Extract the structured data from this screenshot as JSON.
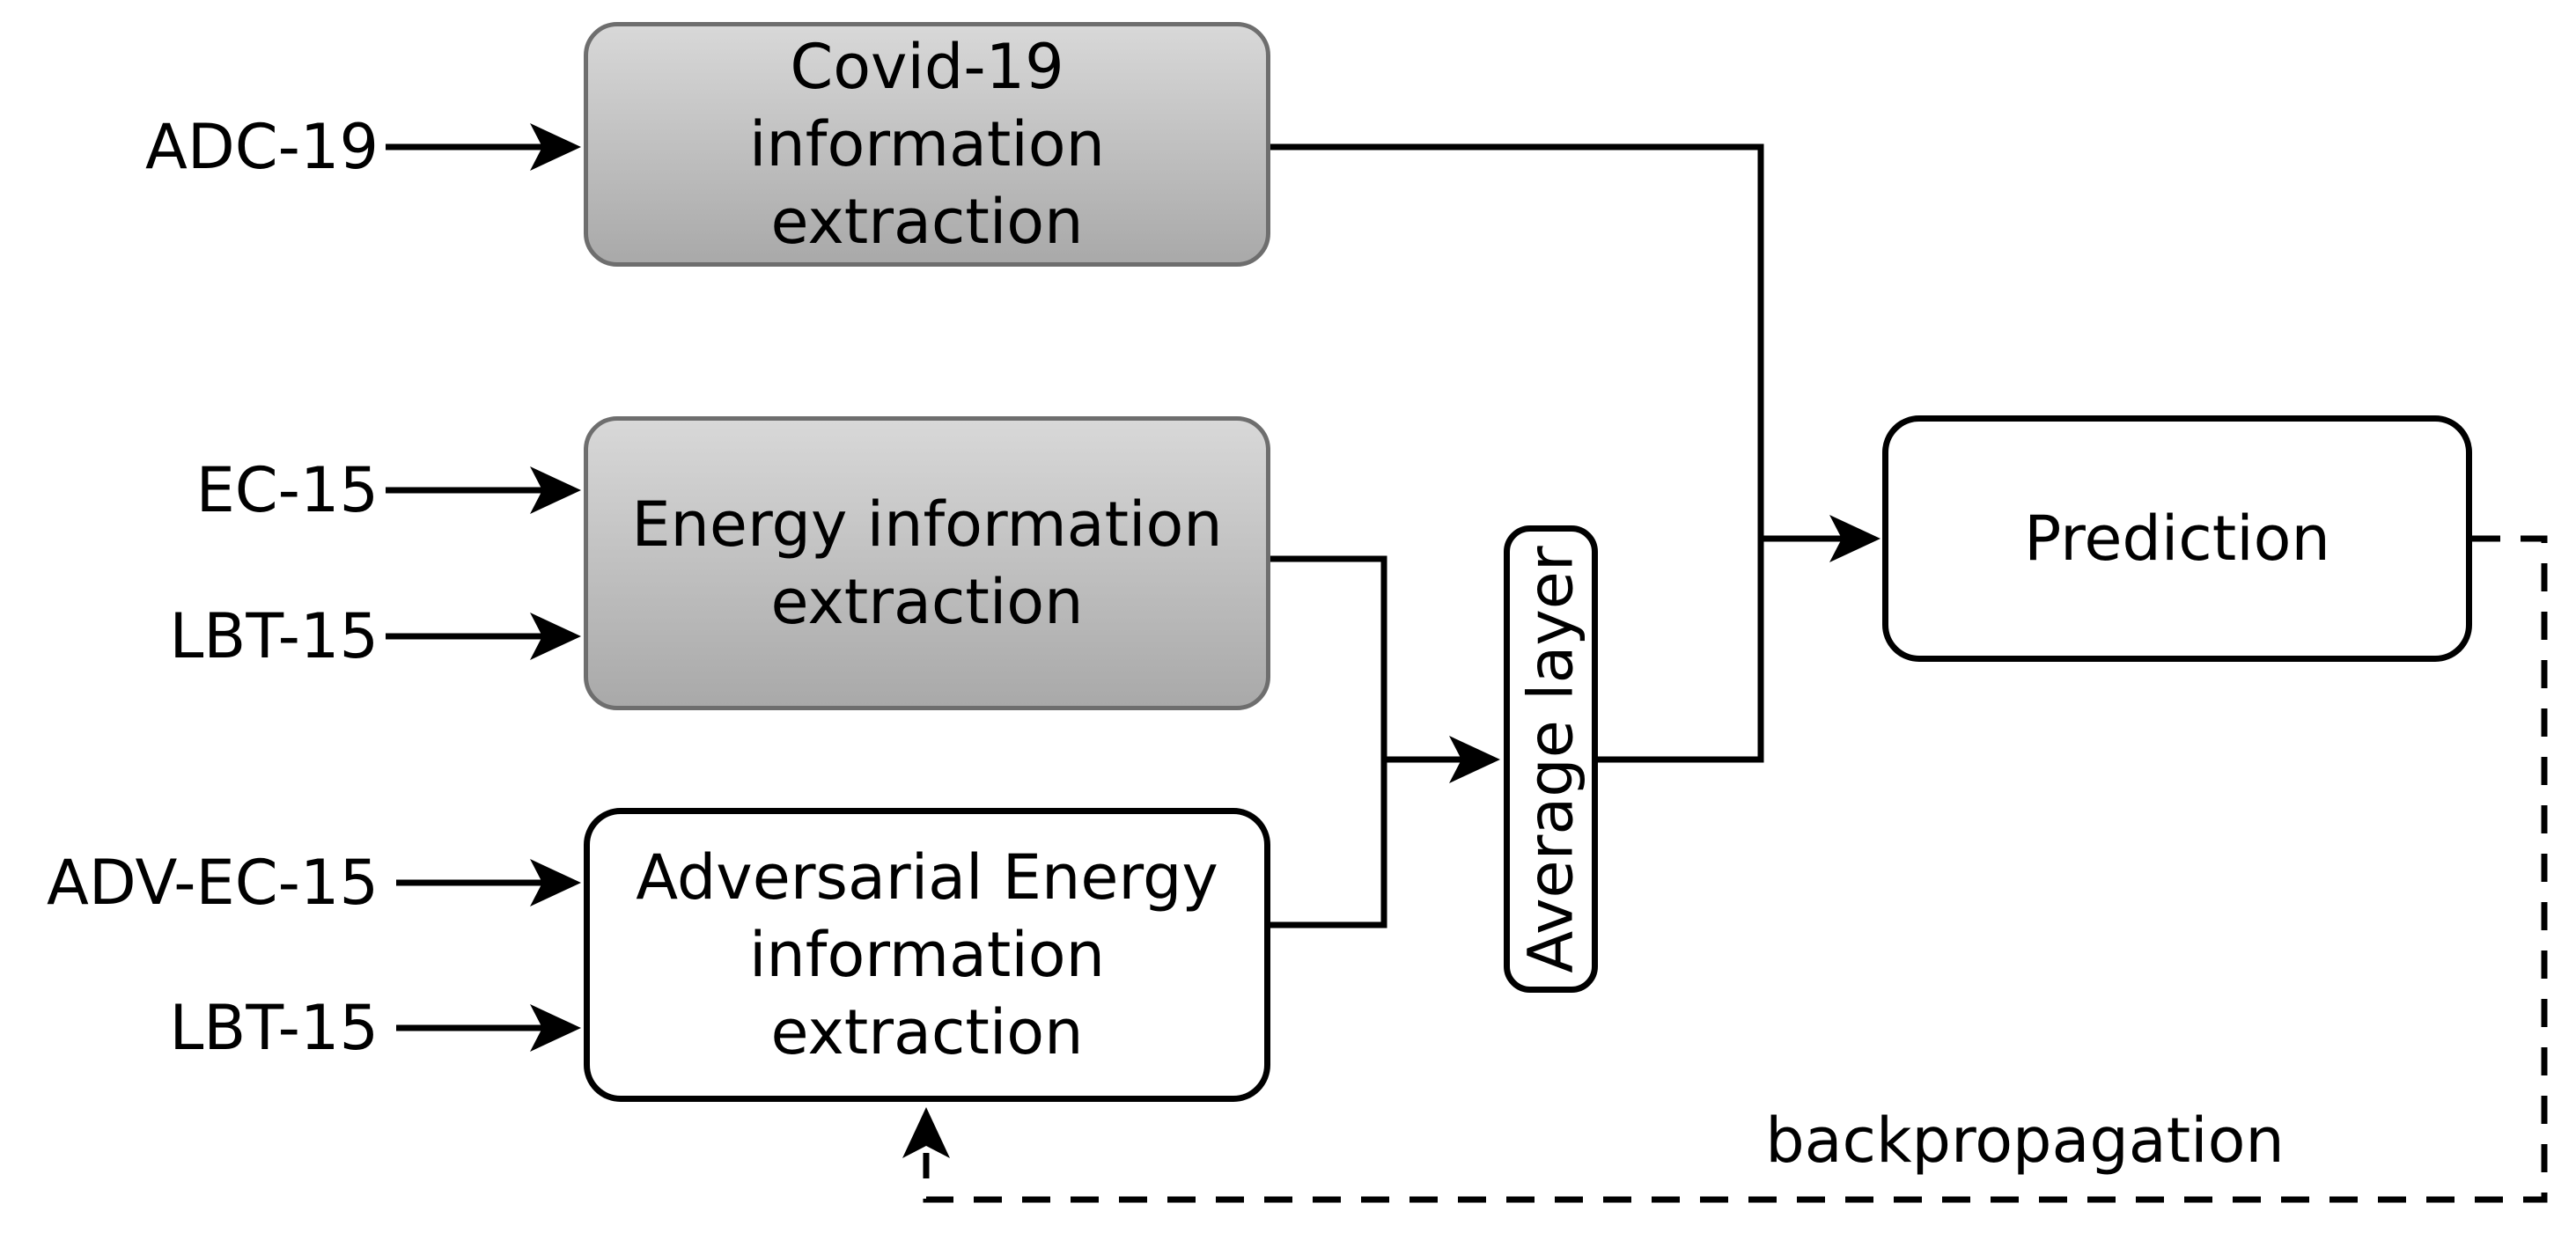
{
  "diagram": {
    "inputs": [
      {
        "label": "ADC-19"
      },
      {
        "label": "EC-15"
      },
      {
        "label": "LBT-15"
      },
      {
        "label": "ADV-EC-15"
      },
      {
        "label": "LBT-15"
      }
    ],
    "nodes": {
      "covid": {
        "lines": [
          "Covid-19",
          "information",
          "extraction"
        ]
      },
      "energy": {
        "lines": [
          "Energy information",
          "extraction"
        ]
      },
      "adversarial": {
        "lines": [
          "Adversarial Energy",
          "information",
          "extraction"
        ]
      },
      "average": {
        "label": "Average layer"
      },
      "prediction": {
        "label": "Prediction"
      }
    },
    "annotations": {
      "backprop": "backpropagation"
    },
    "colors": {
      "box_gradient_top": "#d8d8d8",
      "box_gradient_bottom": "#a9a9a9",
      "gray_border": "#6e6e6e",
      "line_color": "#000000",
      "text_color": "#000000",
      "background": "#ffffff"
    }
  }
}
